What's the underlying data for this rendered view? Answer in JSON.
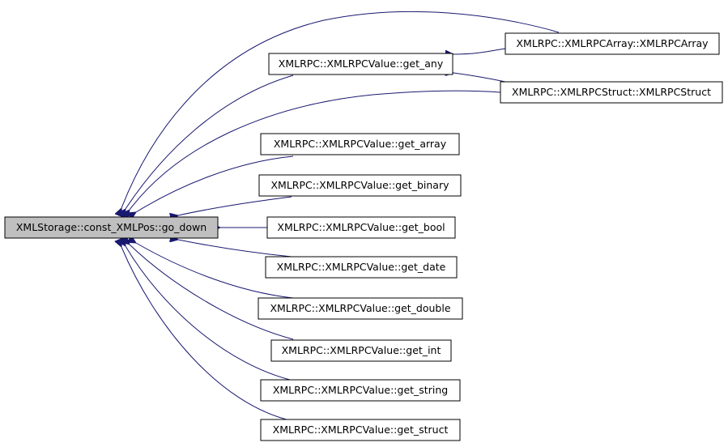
{
  "graph": {
    "root": "XMLStorage::const_XMLPos::go_down",
    "nodes": {
      "get_any": "XMLRPC::XMLRPCValue::get_any",
      "array_ctor": "XMLRPC::XMLRPCArray::XMLRPCArray",
      "struct_ctor": "XMLRPC::XMLRPCStruct::XMLRPCStruct",
      "get_array": "XMLRPC::XMLRPCValue::get_array",
      "get_binary": "XMLRPC::XMLRPCValue::get_binary",
      "get_bool": "XMLRPC::XMLRPCValue::get_bool",
      "get_date": "XMLRPC::XMLRPCValue::get_date",
      "get_double": "XMLRPC::XMLRPCValue::get_double",
      "get_int": "XMLRPC::XMLRPCValue::get_int",
      "get_string": "XMLRPC::XMLRPCValue::get_string",
      "get_struct": "XMLRPC::XMLRPCValue::get_struct"
    },
    "edge_color": "#191970",
    "root_fill": "#bfbfbf"
  }
}
